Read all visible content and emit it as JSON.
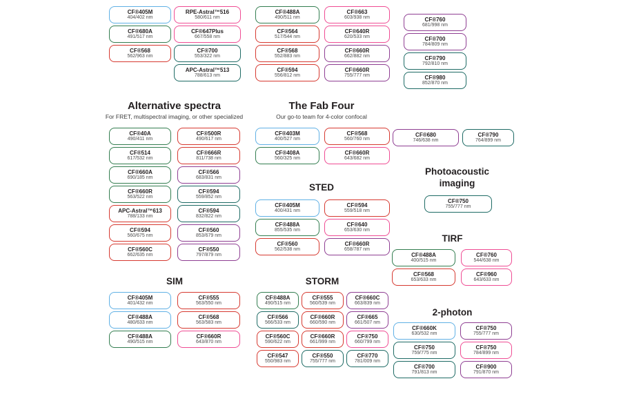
{
  "palette": {
    "blue": "#5fb0e5",
    "green": "#327d4f",
    "red": "#d6382f",
    "pink": "#ef4b93",
    "teal": "#1d6a64",
    "purple": "#8e3d92"
  },
  "sections": {
    "top": {
      "columns": [
        [
          {
            "name": "CF®405M",
            "ex_em": "404/402 nm",
            "color": "blue"
          },
          {
            "name": "CF®680A",
            "ex_em": "491/517 nm",
            "color": "green"
          },
          {
            "name": "CF®568",
            "ex_em": "562/963 nm",
            "color": "red"
          }
        ],
        [
          {
            "name": "RPE-Astral™516",
            "ex_em": "580/611 nm",
            "color": "pink"
          },
          {
            "name": "CF®647Plus",
            "ex_em": "667/558 nm",
            "color": "pink"
          },
          {
            "name": "CF®700",
            "ex_em": "553/322 nm",
            "color": "teal"
          },
          {
            "name": "APC-Astral™513",
            "ex_em": "788/613 nm",
            "color": "teal"
          }
        ],
        [
          {
            "name": "CF®488A",
            "ex_em": "490/511 nm",
            "color": "green"
          },
          {
            "name": "CF®564",
            "ex_em": "517/544 nm",
            "color": "red"
          },
          {
            "name": "CF®568",
            "ex_em": "552/883 nm",
            "color": "red"
          },
          {
            "name": "CF®594",
            "ex_em": "556/812 nm",
            "color": "red"
          }
        ],
        [
          {
            "name": "CF®663",
            "ex_em": "603/938 nm",
            "color": "pink"
          },
          {
            "name": "CF®640R",
            "ex_em": "620/533 nm",
            "color": "pink"
          },
          {
            "name": "CF®660R",
            "ex_em": "662/882 nm",
            "color": "purple"
          },
          {
            "name": "CF®660R",
            "ex_em": "755/777 nm",
            "color": "purple"
          }
        ],
        [
          {
            "name": "CF®760",
            "ex_em": "681/998 nm",
            "color": "purple"
          },
          {
            "name": "CF®700",
            "ex_em": "784/809 nm",
            "color": "purple"
          },
          {
            "name": "CF®790",
            "ex_em": "792/810 nm",
            "color": "teal"
          },
          {
            "name": "CF®980",
            "ex_em": "852/870 nm",
            "color": "teal"
          }
        ]
      ]
    },
    "alternative": {
      "title": "Alternative spectra",
      "subtitle": "For FRET, multispectral imaging, or other specialized",
      "columns": [
        [
          {
            "name": "CF®40A",
            "ex_em": "490/411 nm",
            "color": "green"
          },
          {
            "name": "CF®514",
            "ex_em": "617/532 nm",
            "color": "green"
          },
          {
            "name": "CF®660A",
            "ex_em": "690/185 nm",
            "color": "green"
          },
          {
            "name": "CF®660R",
            "ex_em": "563/522 nm",
            "color": "green"
          },
          {
            "name": "APC-Astral™613",
            "ex_em": "788/133 nm",
            "color": "red"
          },
          {
            "name": "CF®594",
            "ex_em": "560/675 nm",
            "color": "red"
          },
          {
            "name": "CF®560C",
            "ex_em": "662/635 nm",
            "color": "red"
          }
        ],
        [
          {
            "name": "CF®500R",
            "ex_em": "490/617 nm",
            "color": "red"
          },
          {
            "name": "CF®666R",
            "ex_em": "811/738 nm",
            "color": "red"
          },
          {
            "name": "CF®566",
            "ex_em": "683/831 nm",
            "color": "purple"
          },
          {
            "name": "CF®594",
            "ex_em": "559/852 nm",
            "color": "teal"
          },
          {
            "name": "CF®594",
            "ex_em": "832/822 nm",
            "color": "teal"
          },
          {
            "name": "CF®560",
            "ex_em": "853/679 nm",
            "color": "purple"
          },
          {
            "name": "CF®550",
            "ex_em": "797/879 nm",
            "color": "purple"
          }
        ]
      ]
    },
    "fabfour": {
      "title": "The Fab Four",
      "subtitle": "Our go-to team for 4-color confocal",
      "columns": [
        [
          {
            "name": "CF®403M",
            "ex_em": "400/527 nm",
            "color": "blue"
          },
          {
            "name": "CF®408A",
            "ex_em": "560/325 nm",
            "color": "green"
          }
        ],
        [
          {
            "name": "CF®568",
            "ex_em": "560/760 nm",
            "color": "red"
          },
          {
            "name": "CF®660R",
            "ex_em": "643/682 nm",
            "color": "pink"
          }
        ]
      ]
    },
    "sted": {
      "title": "STED",
      "columns": [
        [
          {
            "name": "CF®405M",
            "ex_em": "400/431 nm",
            "color": "blue"
          },
          {
            "name": "CF®488A",
            "ex_em": "855/535 nm",
            "color": "green"
          },
          {
            "name": "CF®560",
            "ex_em": "562/538 nm",
            "color": "red"
          }
        ],
        [
          {
            "name": "CF®594",
            "ex_em": "559/518 nm",
            "color": "red"
          },
          {
            "name": "CF®640",
            "ex_em": "653/630 nm",
            "color": "pink"
          },
          {
            "name": "CF®660R",
            "ex_em": "658/787 nm",
            "color": "purple"
          }
        ]
      ]
    },
    "sim": {
      "title": "SIM",
      "columns": [
        [
          {
            "name": "CF®405M",
            "ex_em": "401/432 nm",
            "color": "blue"
          },
          {
            "name": "CF®488A",
            "ex_em": "480/633 nm",
            "color": "blue"
          },
          {
            "name": "CF®488A",
            "ex_em": "490/515 nm",
            "color": "green"
          }
        ],
        [
          {
            "name": "CF®555",
            "ex_em": "563/550 nm",
            "color": "red"
          },
          {
            "name": "CF®568",
            "ex_em": "563/583 nm",
            "color": "red"
          },
          {
            "name": "CF®660R",
            "ex_em": "643/870 nm",
            "color": "pink"
          }
        ]
      ]
    },
    "storm": {
      "title": "STORM",
      "columns": [
        [
          {
            "name": "CF®488A",
            "ex_em": "490/515 nm",
            "color": "green"
          },
          {
            "name": "CF®566",
            "ex_em": "566/533 nm",
            "color": "teal"
          },
          {
            "name": "CF®560C",
            "ex_em": "590/622 nm",
            "color": "red"
          },
          {
            "name": "CF®547",
            "ex_em": "550/983 nm",
            "color": "red"
          }
        ],
        [
          {
            "name": "CF®555",
            "ex_em": "560/539 nm",
            "color": "red"
          },
          {
            "name": "CF®660R",
            "ex_em": "660/590 nm",
            "color": "red"
          },
          {
            "name": "CF®660R",
            "ex_em": "661/999 nm",
            "color": "red"
          },
          {
            "name": "CF®550",
            "ex_em": "755/777 nm",
            "color": "teal"
          }
        ],
        [
          {
            "name": "CF®660C",
            "ex_em": "663/839 nm",
            "color": "purple"
          },
          {
            "name": "CF®665",
            "ex_em": "661/507 nm",
            "color": "purple"
          },
          {
            "name": "CF®750",
            "ex_em": "660/799 nm",
            "color": "pink"
          },
          {
            "name": "CF®770",
            "ex_em": "781/009 nm",
            "color": "teal"
          }
        ]
      ]
    },
    "nearir_pair": {
      "columns": [
        [
          {
            "name": "CF®680",
            "ex_em": "746/638 nm",
            "color": "purple"
          }
        ],
        [
          {
            "name": "CF®790",
            "ex_em": "764/899 nm",
            "color": "teal"
          }
        ]
      ]
    },
    "photoacoustic": {
      "title": "Photoacoustic imaging",
      "columns": [
        [
          {
            "name": "CF®750",
            "ex_em": "755/777 nm",
            "color": "teal"
          }
        ]
      ]
    },
    "tirf": {
      "title": "TIRF",
      "columns": [
        [
          {
            "name": "CF®488A",
            "ex_em": "400/515 nm",
            "color": "green"
          },
          {
            "name": "CF®568",
            "ex_em": "653/633 nm",
            "color": "red"
          }
        ],
        [
          {
            "name": "CF®760",
            "ex_em": "544/638 nm",
            "color": "pink"
          },
          {
            "name": "CF®960",
            "ex_em": "643/633 nm",
            "color": "pink"
          }
        ]
      ]
    },
    "twophoton": {
      "title": "2-photon",
      "columns": [
        [
          {
            "name": "CF®660K",
            "ex_em": "630/532 nm",
            "color": "blue"
          },
          {
            "name": "CF®750",
            "ex_em": "759/775 nm",
            "color": "teal"
          },
          {
            "name": "CF®700",
            "ex_em": "791/813 nm",
            "color": "teal"
          }
        ],
        [
          {
            "name": "CF®750",
            "ex_em": "755/777 nm",
            "color": "purple"
          },
          {
            "name": "CF®750",
            "ex_em": "784/899 nm",
            "color": "pink"
          },
          {
            "name": "CF®900",
            "ex_em": "791/870 nm",
            "color": "purple"
          }
        ]
      ]
    }
  }
}
